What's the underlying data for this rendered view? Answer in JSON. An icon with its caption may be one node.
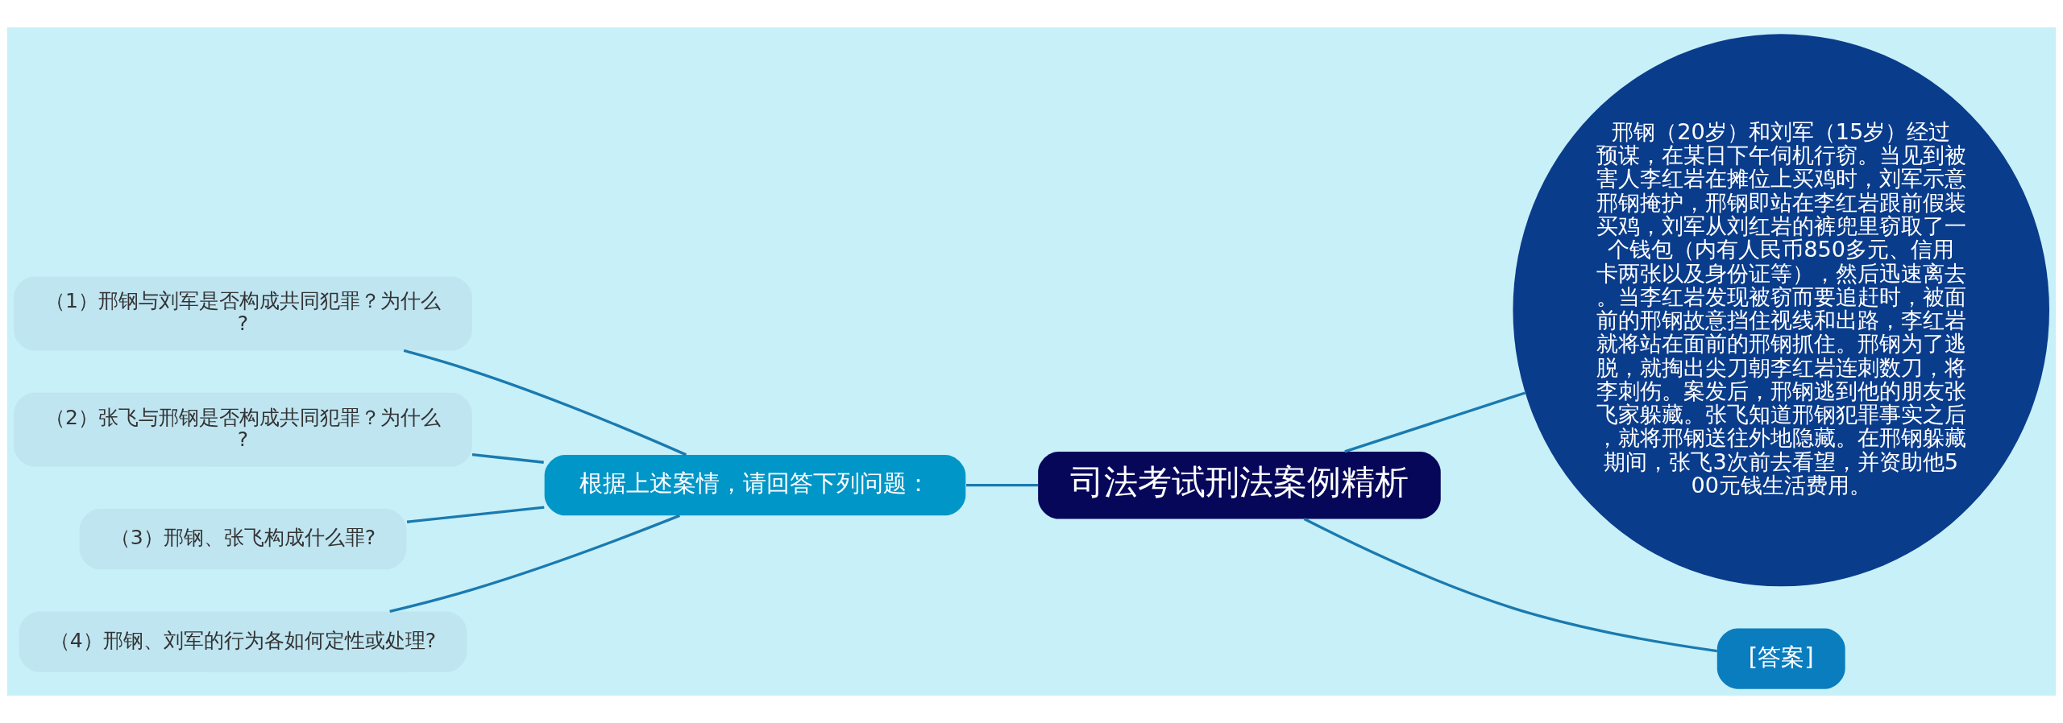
{
  "diagram": {
    "nodes": [
      {
        "text": [
          "司法考试刑法案例精析"
        ]
      },
      {
        "text": [
          "邢钢（20岁）和刘军（15岁）经过预谋，在某日下午伺机行窃。当见到被害人李红岩在摊位上买鸡时，刘军示意邢钢掩护，邢钢即站在李红岩跟前假装买鸡，刘军从刘红岩的裤兜里窃取了一个钱包（内有人民币850多元、信用卡两张以及身份证等），然后迅速离去。当李红岩发现被窃而要追赶时，被面前的邢钢故意挡住视线和出路，李红岩就将站在面前的邢钢抓住。邢钢为了逃脱，就掏出尖刀朝李红岩连刺数刀，将李刺伤。案发后，邢钢逃到他的朋友张飞家躲藏。张飞知道邢钢犯罪事实之后，就将邢钢送往外地隐藏。在邢钢躲藏期间，张飞3次前去看望，并资助他500元钱生活费用。"
        ]
      },
      {
        "text": [
          "[答案]"
        ]
      },
      {
        "text": [
          "根据上述案情，请回答下列问题："
        ]
      },
      {
        "text": [
          "（1）邢钢与刘军是否构成共同犯罪？为什么?"
        ]
      },
      {
        "text": [
          "（2）张飞与邢钢是否构成共同犯罪？为什么?"
        ]
      },
      {
        "text": [
          "（3）邢钢、张飞构成什么罪?"
        ]
      },
      {
        "text": [
          "（4）邢钢、刘军的行为各如何定性或处理?"
        ]
      }
    ],
    "edges": [
      {
        "from": 0,
        "to": 1,
        "arrow": "none"
      },
      {
        "from": 0,
        "to": 2,
        "arrow": "none"
      },
      {
        "from": 0,
        "to": 3,
        "arrow": "none"
      },
      {
        "from": 3,
        "to": 4,
        "arrow": "none"
      },
      {
        "from": 3,
        "to": 5,
        "arrow": "none"
      },
      {
        "from": 3,
        "to": 6,
        "arrow": "none"
      },
      {
        "from": 3,
        "to": 7,
        "arrow": "none"
      }
    ]
  }
}
